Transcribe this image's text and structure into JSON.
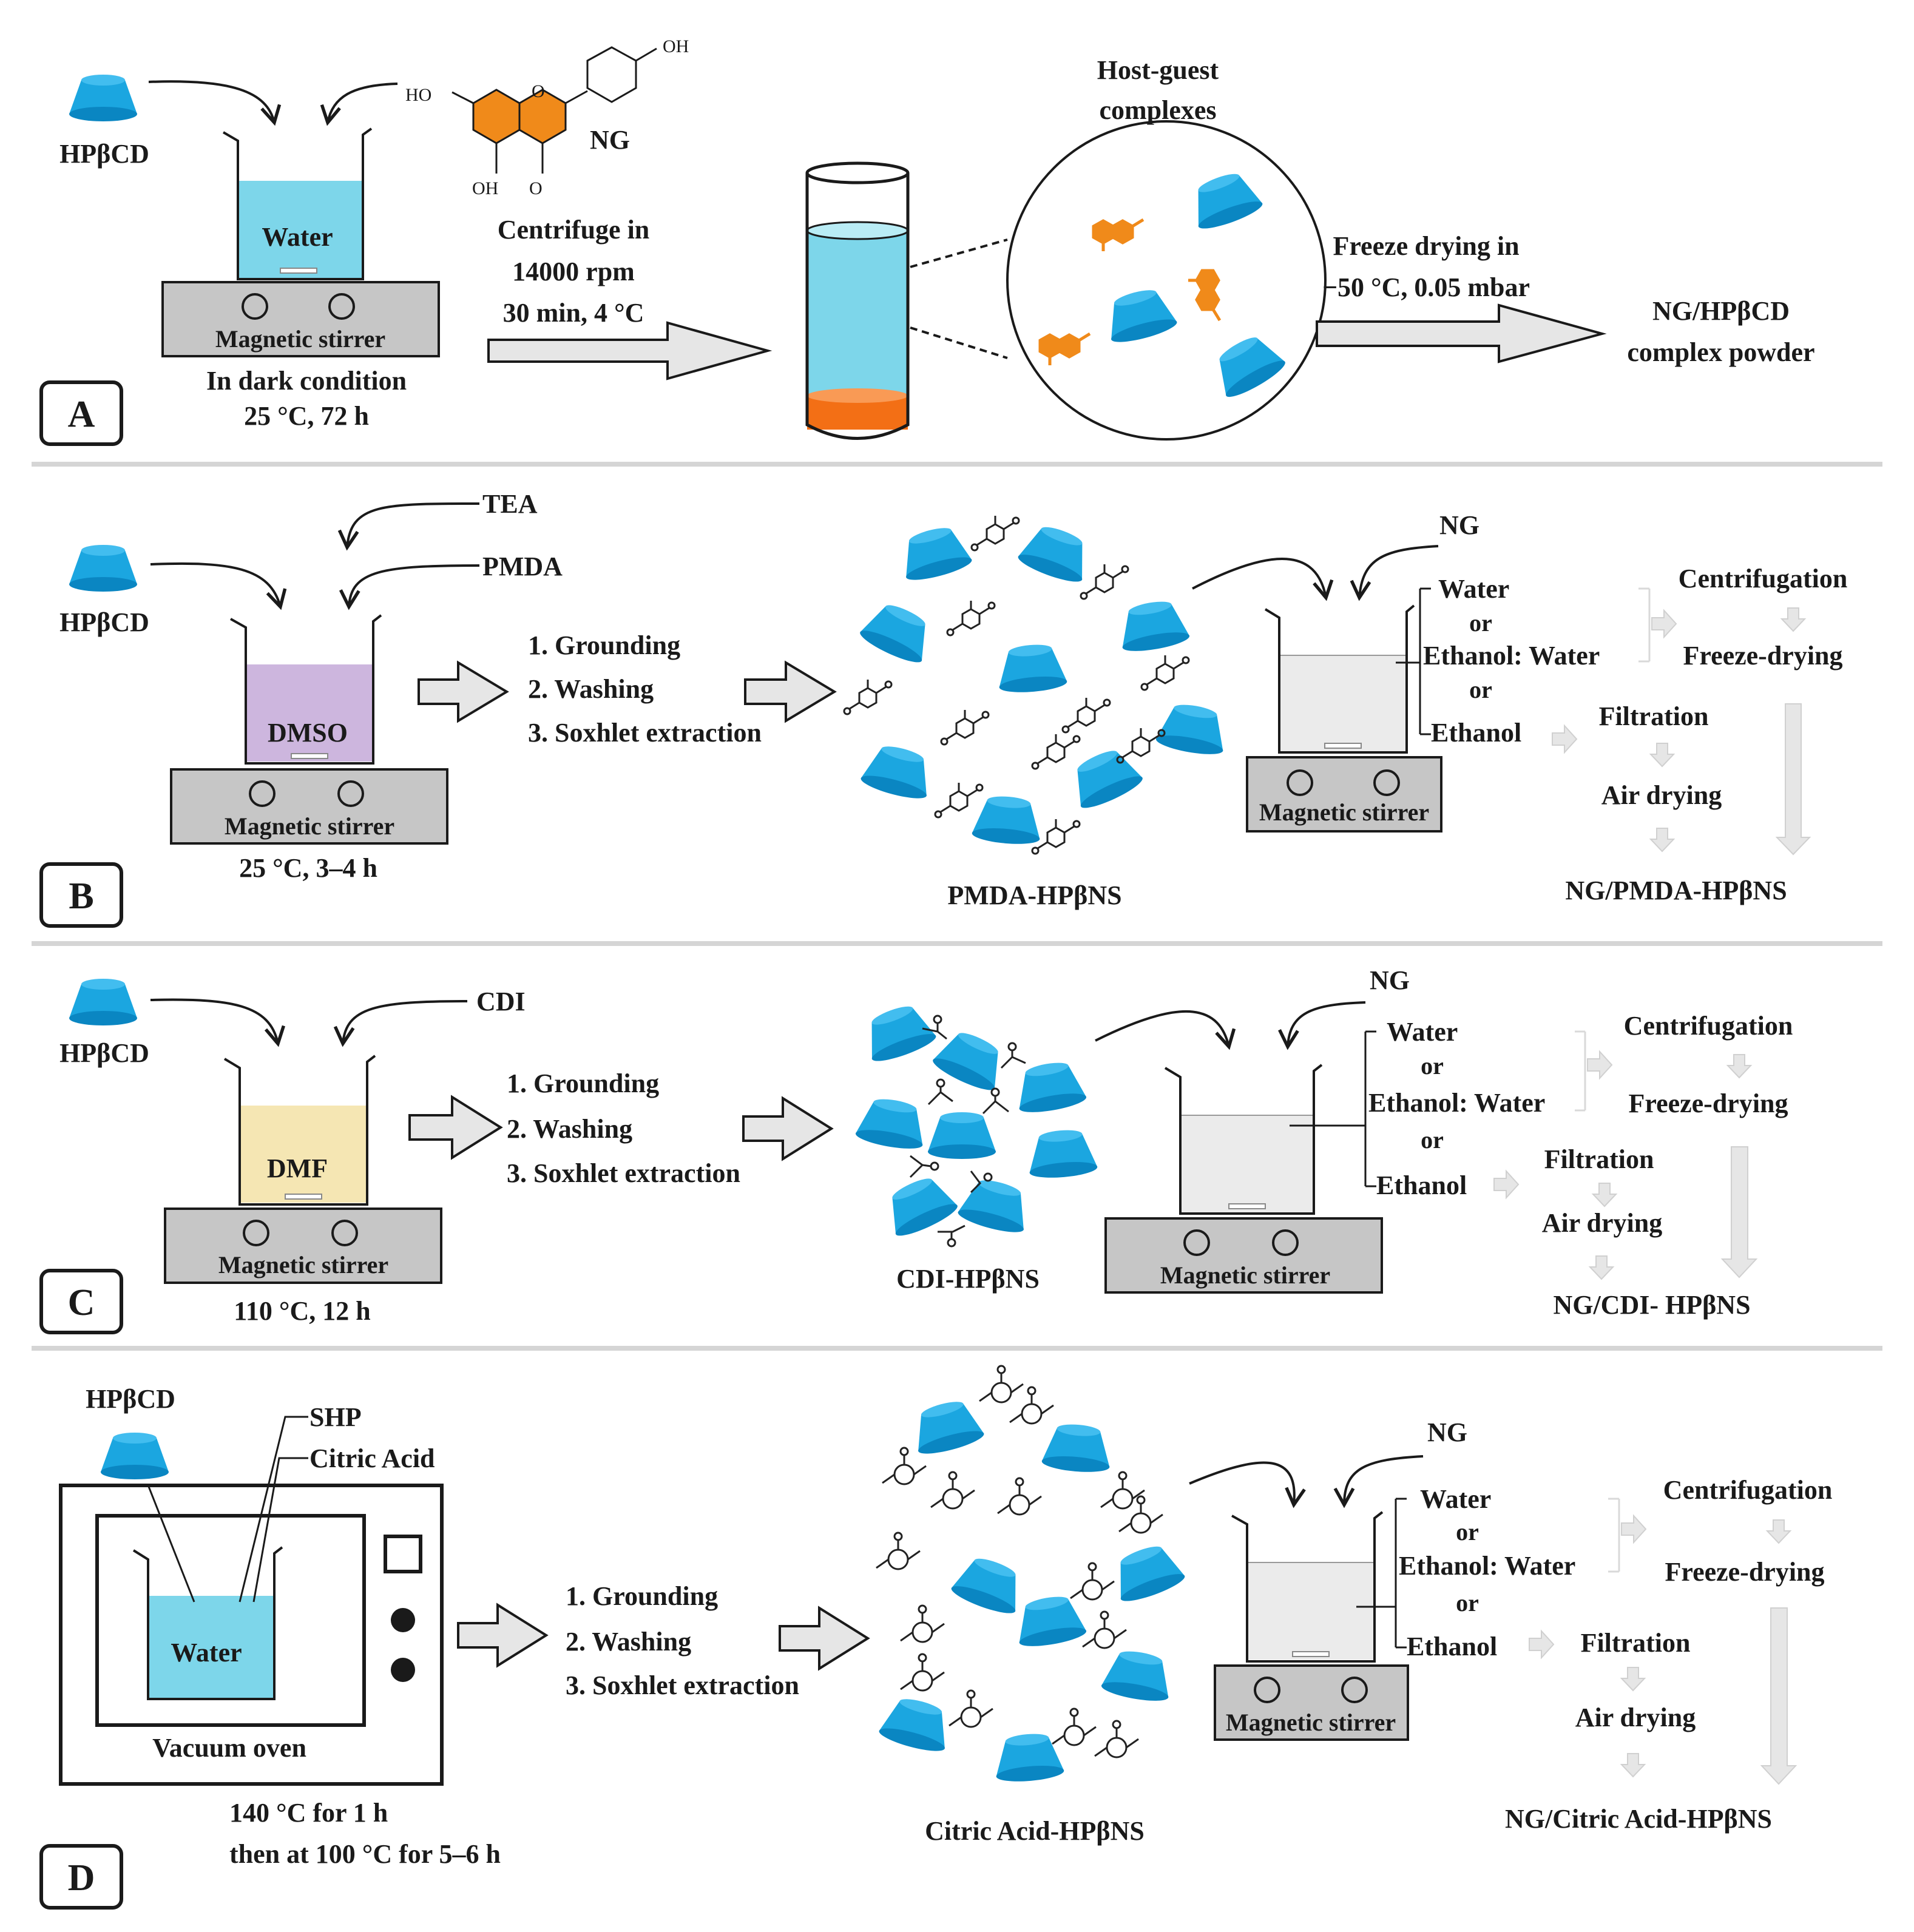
{
  "colors": {
    "cd_blue": "#1ba6e0",
    "cd_blue_dark": "#0a86c2",
    "water_blue": "#7dd6ea",
    "dmso_purple": "#cdb6de",
    "dmf_yellow": "#f5e6b3",
    "naringenin_orange": "#f08a1a",
    "sediment_orange": "#f36f15",
    "stirrer_gray": "#c6c6c6",
    "light_arrow_gray": "#d9d9d9"
  },
  "panelA": {
    "label": "A",
    "hpbcd": "HPβCD",
    "ng": "NG",
    "oh1": "OH",
    "oh2": "OH",
    "ho": "HO",
    "oxo": "O",
    "ring_o": "O",
    "water": "Water",
    "stirrer": "Magnetic stirrer",
    "cond1": "In dark condition",
    "cond2": "25 °C, 72 h",
    "centrifuge1": "Centrifuge in",
    "centrifuge2": "14000 rpm",
    "centrifuge3": "30 min, 4 °C",
    "hostguest1": "Host-guest",
    "hostguest2": "complexes",
    "freeze1": "Freeze drying in",
    "freeze2": "−50 °C, 0.05 mbar",
    "product1": "NG/HPβCD",
    "product2": "complex powder"
  },
  "panelB": {
    "label": "B",
    "hpbcd": "HPβCD",
    "tea": "TEA",
    "pmda": "PMDA",
    "solvent": "DMSO",
    "stirrer": "Magnetic stirrer",
    "cond": "25 °C, 3–4 h",
    "step1": "1. Grounding",
    "step2": "2. Washing",
    "step3": "3. Soxhlet  extraction",
    "ns": "PMDA-HPβNS",
    "ng": "NG",
    "water": "Water",
    "or1": "or",
    "ethwater": "Ethanol: Water",
    "or2": "or",
    "ethanol": "Ethanol",
    "stirrer2": "Magnetic stirrer",
    "centrifugation": "Centrifugation",
    "freezedrying": "Freeze-drying",
    "filtration": "Filtration",
    "airdrying": "Air drying",
    "product": "NG/PMDA-HPβNS"
  },
  "panelC": {
    "label": "C",
    "hpbcd": "HPβCD",
    "cdi": "CDI",
    "solvent": "DMF",
    "stirrer": "Magnetic stirrer",
    "cond": "110 °C, 12 h",
    "step1": "1. Grounding",
    "step2": "2. Washing",
    "step3": "3. Soxhlet  extraction",
    "ns": "CDI-HPβNS",
    "ng": "NG",
    "water": "Water",
    "or1": "or",
    "ethwater": "Ethanol: Water",
    "or2": "or",
    "ethanol": "Ethanol",
    "stirrer2": "Magnetic stirrer",
    "centrifugation": "Centrifugation",
    "freezedrying": "Freeze-drying",
    "filtration": "Filtration",
    "airdrying": "Air drying",
    "product": "NG/CDI- HPβNS"
  },
  "panelD": {
    "label": "D",
    "hpbcd": "HPβCD",
    "shp": "SHP",
    "citric": "Citric Acid",
    "water": "Water",
    "oven": "Vacuum oven",
    "cond1": "140 °C for 1 h",
    "cond2": "then at 100 °C for 5–6 h",
    "step1": "1. Grounding",
    "step2": "2. Washing",
    "step3": "3. Soxhlet  extraction",
    "ns": "Citric Acid-HPβNS",
    "ng": "NG",
    "water2": "Water",
    "or1": "or",
    "ethwater": "Ethanol: Water",
    "or2": "or",
    "ethanol": "Ethanol",
    "stirrer2": "Magnetic stirrer",
    "centrifugation": "Centrifugation",
    "freezedrying": "Freeze-drying",
    "filtration": "Filtration",
    "airdrying": "Air drying",
    "product": "NG/Citric Acid-HPβNS"
  }
}
